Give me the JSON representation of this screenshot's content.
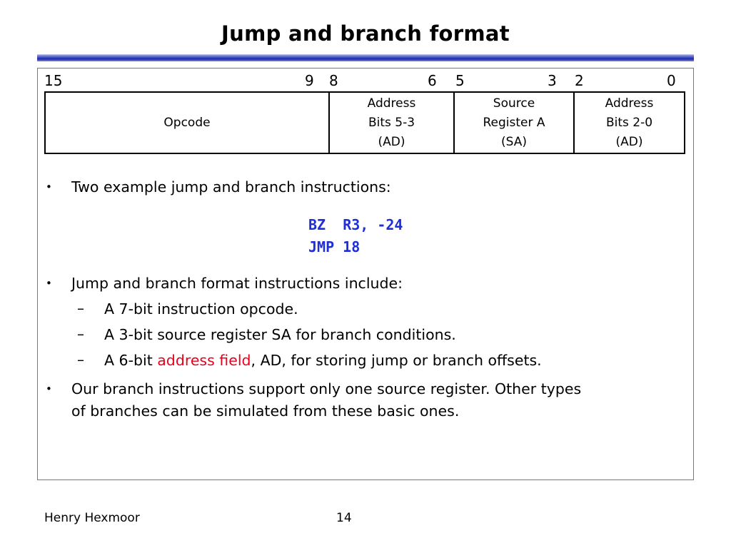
{
  "slide": {
    "title": "Jump and branch format",
    "bit_numbers": [
      "15",
      "9",
      "8",
      "6",
      "5",
      "3",
      "2",
      "0"
    ],
    "format_fields": [
      {
        "lines": [
          "Opcode"
        ]
      },
      {
        "lines": [
          "Address",
          "Bits 5-3",
          "(AD)"
        ]
      },
      {
        "lines": [
          "Source",
          "Register A",
          "(SA)"
        ]
      },
      {
        "lines": [
          "Address",
          "Bits 2-0",
          "(AD)"
        ]
      }
    ],
    "bullets": {
      "b1": "Two example jump and branch instructions:",
      "code1_op": "BZ",
      "code1_args": "R3, -24",
      "code2_op": "JMP",
      "code2_args": "18",
      "b2": "Jump and branch format instructions include:",
      "sub1": "A 7-bit instruction opcode.",
      "sub2": "A 3-bit source register SA for branch conditions.",
      "sub3_pre": "A 6-bit ",
      "sub3_red": "address field",
      "sub3_post": ", AD, for storing jump or branch offsets.",
      "b3_line1": "Our branch instructions support only one source register.  Other types",
      "b3_line2": "of branches can be simulated from these basic ones."
    },
    "bullet_char": "•",
    "dash_char": "–",
    "footer_author": "Henry Hexmoor",
    "footer_page": "14",
    "colors": {
      "code": "#1f2fd6",
      "highlight": "#e8001c",
      "rule": "#2a3ab8"
    }
  }
}
